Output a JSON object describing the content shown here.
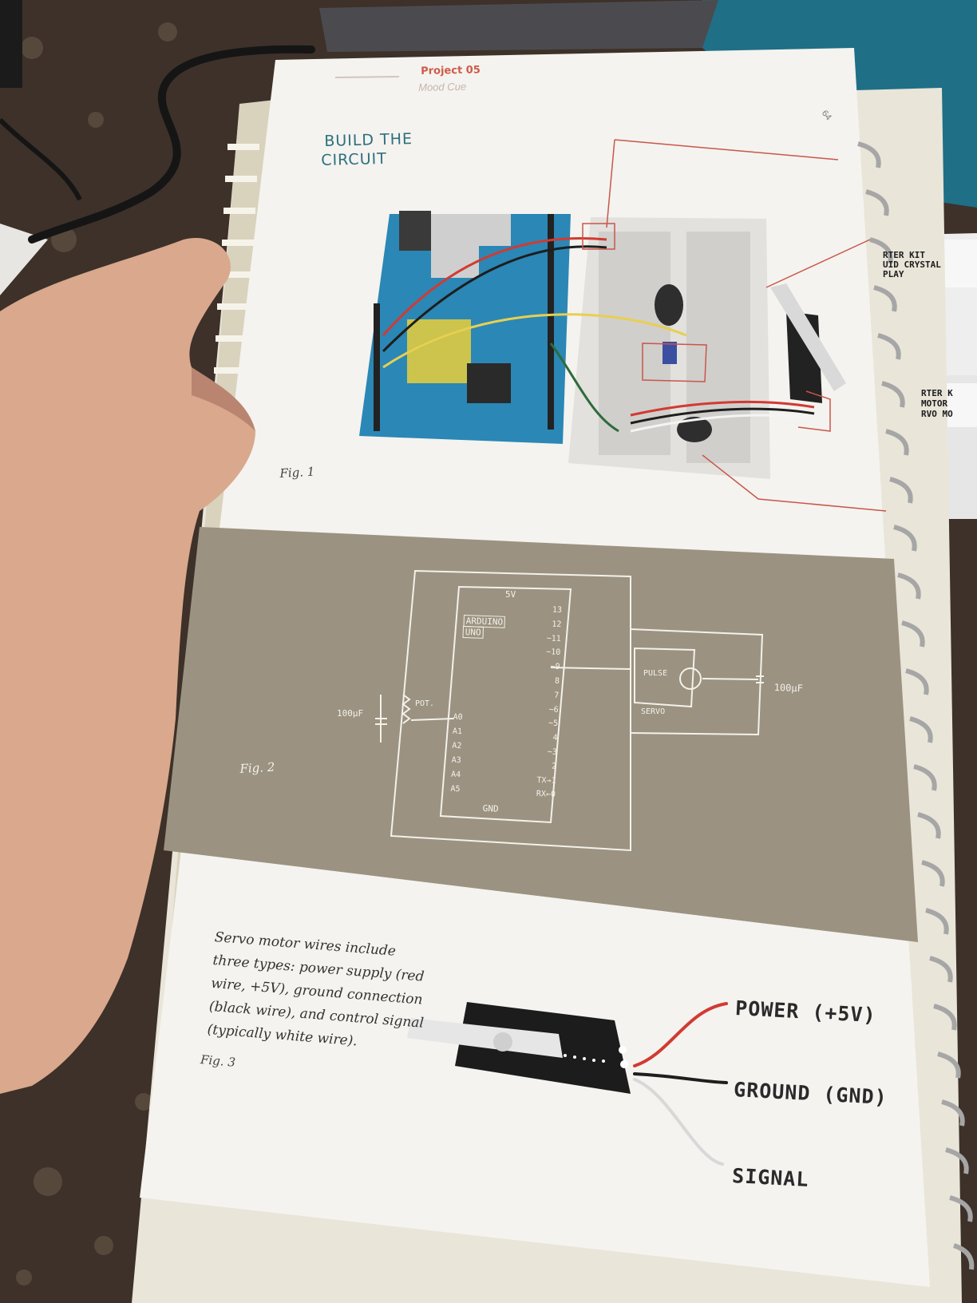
{
  "header": {
    "project": "Project 05",
    "subtitle": "Mood Cue",
    "page_number": "64"
  },
  "section_title": [
    "BUILD THE",
    "CIRCUIT"
  ],
  "figures": {
    "fig1": "Fig. 1",
    "fig2": "Fig. 2",
    "fig3": "Fig. 3"
  },
  "schematic": {
    "board": [
      "ARDUINO",
      "UNO"
    ],
    "supply": "5V",
    "ground": "GND",
    "pot": "POT.",
    "cap_left": "100µF",
    "cap_right": "100µF",
    "servo": "SERVO",
    "pulse": "PULSE",
    "analog_pins": [
      "A0",
      "A1",
      "A2",
      "A3",
      "A4",
      "A5"
    ],
    "digital_pins": [
      "13",
      "12",
      "~11",
      "~10",
      "~9",
      "8",
      "7",
      "~6",
      "~5",
      "4",
      "~3",
      "2",
      "TX→1",
      "RX←0"
    ]
  },
  "caption": {
    "lines": [
      "Servo motor wires include",
      "three types: power supply (red",
      "wire, +5V), ground connection",
      "(black wire), and control signal",
      "(typically white wire)."
    ]
  },
  "wire_labels": {
    "power": "POWER (+5V)",
    "ground": "GROUND (GND)",
    "signal": "SIGNAL"
  },
  "box_label": [
    "RTER KIT",
    "UID CRYSTAL",
    "PLAY"
  ],
  "box_label2": [
    "RTER K",
    "MOTOR",
    "RVO MO"
  ],
  "colors": {
    "brand_red": "#cf5b47",
    "title_teal": "#2d6f7d",
    "schematic_band": "#9b9281",
    "arduino_blue": "#2b87b5",
    "wire_red": "#d23a32",
    "wire_black": "#1e1e1e",
    "wire_white": "#d8d8d8"
  }
}
